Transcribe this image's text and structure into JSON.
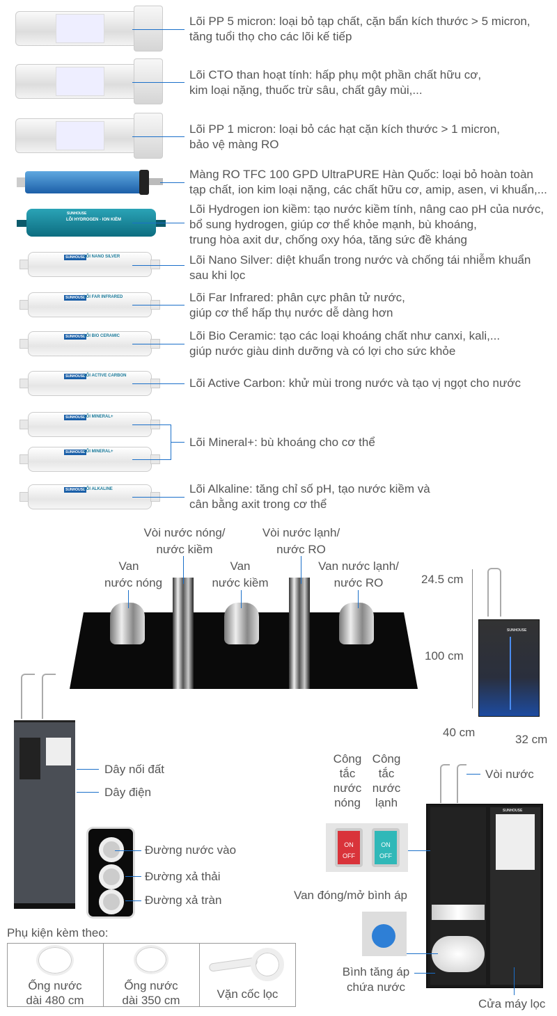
{
  "filters": [
    {
      "name": "pp5",
      "lines": [
        "Lõi PP 5 micron: loại bỏ tạp chất, cặn bẩn kích thước > 5 micron,",
        "tăng tuổi thọ cho các lõi kế tiếp"
      ]
    },
    {
      "name": "cto",
      "lines": [
        "Lõi CTO than hoạt tính: hấp phụ một phần chất hữu cơ,",
        "kim loại nặng, thuốc trừ sâu, chất gây mùi,..."
      ]
    },
    {
      "name": "pp1",
      "lines": [
        "Lõi PP 1 micron: loại bỏ các hạt cặn kích thước > 1 micron,",
        "bảo vệ màng RO"
      ]
    },
    {
      "name": "ro",
      "lines": [
        "Màng RO TFC 100 GPD UltraPURE Hàn Quốc: loại bỏ hoàn toàn",
        "tạp chất, ion kim loại nặng, các chất hữu cơ, amip, asen, vi khuẩn,..."
      ]
    },
    {
      "name": "hydrogen",
      "lines": [
        "Lõi Hydrogen ion kiềm: tạo nước kiềm tính, nâng cao pH của nước,",
        "bổ sung hydrogen, giúp cơ thể khỏe mạnh, bù khoáng,",
        "trung hòa axit dư, chống oxy hóa, tăng sức đề kháng"
      ]
    },
    {
      "name": "nano-silver",
      "lines": [
        "Lõi Nano Silver: diệt khuẩn trong nước và chống tái nhiễm khuẩn",
        "sau khi lọc"
      ]
    },
    {
      "name": "far-infrared",
      "lines": [
        "Lõi Far Infrared: phân cực phân tử nước,",
        "giúp cơ thể hấp thụ nước dễ dàng hơn"
      ]
    },
    {
      "name": "bio-ceramic",
      "lines": [
        "Lõi Bio Ceramic: tạo các loại khoáng chất như canxi, kali,...",
        "giúp nước giàu dinh dưỡng và có lợi cho sức khỏe"
      ]
    },
    {
      "name": "active-carbon",
      "lines": [
        "Lõi Active Carbon: khử mùi trong nước và tạo vị ngọt cho nước"
      ]
    },
    {
      "name": "mineral",
      "lines": [
        "Lõi Mineral+: bù khoáng cho cơ thể"
      ]
    },
    {
      "name": "alkaline",
      "lines": [
        "Lõi Alkaline: tăng chỉ số pH, tạo nước kiềm và",
        "cân bằng axit trong cơ thể"
      ]
    }
  ],
  "cartridge_labels": {
    "nano": "LÕI NANO SILVER",
    "far": "LÕI FAR INFRARED",
    "bio": "LÕI BIO CERAMIC",
    "carbon": "LÕI ACTIVE CARBON",
    "mineral": "LÕI MINERAL+",
    "alkaline": "LÕI ALKALINE",
    "hydrogen": "LÕI HYDROGEN - ION KIỀM",
    "brand": "SUNHOUSE"
  },
  "faucet": {
    "hot_tap": [
      "Vòi nước nóng/",
      "nước kiềm"
    ],
    "cold_tap": [
      "Vòi nước lạnh/",
      "nước RO"
    ],
    "hot_valve": [
      "Van",
      "nước nóng"
    ],
    "alk_valve": [
      "Van",
      "nước kiềm"
    ],
    "cold_valve": [
      "Van nước lạnh/",
      "nước RO"
    ]
  },
  "dimensions": {
    "top": "24.5 cm",
    "height": "100 cm",
    "depth": "40 cm",
    "width": "32 cm"
  },
  "back": {
    "ground": "Dây nối đất",
    "power": "Dây điện",
    "inlet": "Đường nước vào",
    "drain": "Đường xả thải",
    "overflow": "Đường xả tràn"
  },
  "front": {
    "hot_switch": [
      "Công",
      "tắc",
      "nước",
      "nóng"
    ],
    "cold_switch": [
      "Công",
      "tắc",
      "nước",
      "lạnh"
    ],
    "tap": "Vòi nước",
    "valve": "Van đóng/mở bình áp",
    "tank": [
      "Bình tăng áp",
      "chứa nước"
    ],
    "door": "Cửa máy lọc",
    "on": "ON",
    "off": "OFF"
  },
  "accessories": {
    "title": "Phụ kiện kèm theo:",
    "items": [
      [
        "Ống nước",
        "dài 480 cm"
      ],
      [
        "Ống nước",
        "dài 350 cm"
      ],
      [
        "Vặn cốc lọc"
      ]
    ]
  },
  "colors": {
    "accent": "#1a6fc9",
    "text": "#555555"
  }
}
